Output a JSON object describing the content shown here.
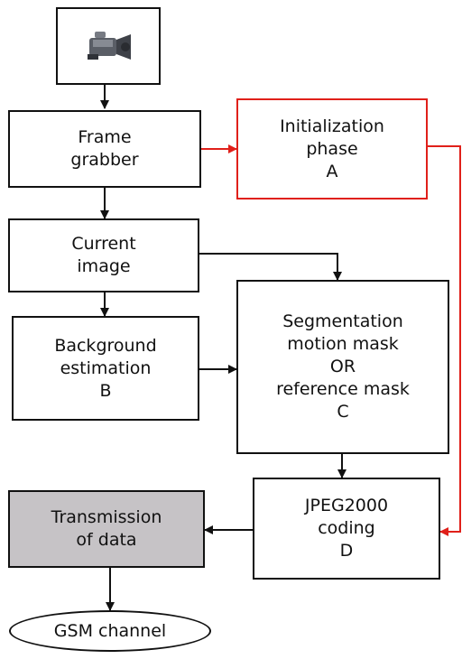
{
  "nodes": {
    "camera": {
      "icon": "video-camera-icon"
    },
    "frame_grabber": {
      "lines": [
        "Frame",
        "grabber"
      ]
    },
    "initialization": {
      "lines": [
        "Initialization",
        "phase",
        "A"
      ]
    },
    "current_image": {
      "lines": [
        "Current",
        "image"
      ]
    },
    "background": {
      "lines": [
        "Background",
        "estimation",
        "B"
      ]
    },
    "segmentation": {
      "lines": [
        "Segmentation",
        "motion mask",
        "OR",
        "reference mask",
        "C"
      ]
    },
    "jpeg": {
      "lines": [
        "JPEG2000",
        "coding",
        "D"
      ]
    },
    "transmission": {
      "lines": [
        "Transmission",
        "of data"
      ]
    },
    "gsm": {
      "label": "GSM channel"
    }
  },
  "colors": {
    "line": "#111111",
    "accent": "#e0201a",
    "shaded_box": "#c6c3c6"
  }
}
